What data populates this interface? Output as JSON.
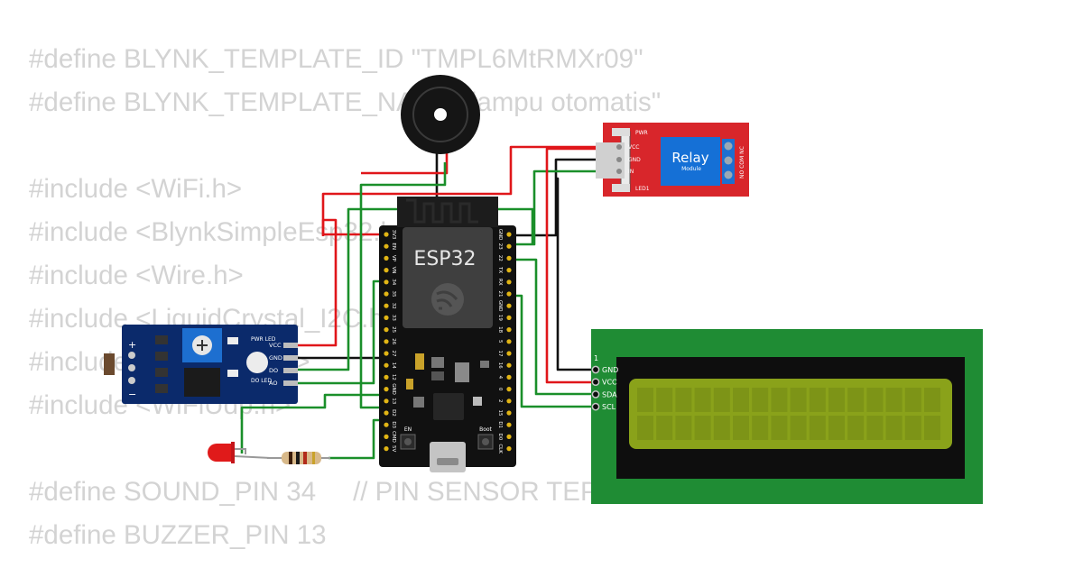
{
  "code_lines": [
    "#define BLYNK_TEMPLATE_ID \"TMPL6MtRMXr09\"",
    "#define BLYNK_TEMPLATE_NAME \"lampu otomatis\"",
    "",
    "#include <WiFi.h>",
    "#include <BlynkSimpleEsp32.h>",
    "#include <Wire.h>",
    "#include <LiquidCrystal_I2C.h>",
    "#include <WiFiClient.h>",
    "#include <WiFiUdp.h>",
    "",
    "#define SOUND_PIN 34     // PIN SENSOR TEPUK",
    "#define BUZZER_PIN 13"
  ],
  "esp32": {
    "title": "ESP32",
    "left_pins": [
      "3V3",
      "EN",
      "VP",
      "VN",
      "34",
      "35",
      "32",
      "33",
      "25",
      "26",
      "27",
      "14",
      "12",
      "GND",
      "13",
      "D2",
      "D3",
      "CMD",
      "5V"
    ],
    "right_pins": [
      "GND",
      "23",
      "22",
      "TX",
      "RX",
      "21",
      "GND",
      "19",
      "18",
      "5",
      "17",
      "16",
      "4",
      "0",
      "2",
      "15",
      "D1",
      "D0",
      "CLK"
    ],
    "btn_en": "EN",
    "btn_boot": "Boot"
  },
  "relay": {
    "label": "Relay",
    "sublabel": "Module",
    "pins": [
      "VCC",
      "GND",
      "IN"
    ],
    "terminals": "NO COM NC",
    "pwr_led": "PWR",
    "led1": "LED1"
  },
  "lcd": {
    "pin_one": "1",
    "pins": [
      "GND",
      "VCC",
      "SDA",
      "SCL"
    ]
  },
  "sound_sensor": {
    "pins": [
      "VCC",
      "GND",
      "DO",
      "AO"
    ],
    "pwr_led": "PWR LED",
    "do_led": "DO LED",
    "plus": "+",
    "minus": "−"
  },
  "colors": {
    "wire_red": "#e0161a",
    "wire_black": "#111111",
    "wire_green": "#1a8f2a",
    "relay_board": "#d8262b",
    "relay_block": "#1570d6",
    "lcd_pcb": "#1f8c34",
    "lcd_screen": "#8aa21a",
    "sensor_board": "#0b2a6b",
    "esp32_board": "#111111",
    "led_red": "#e01a1a",
    "code_text": "#d3d3d3"
  }
}
